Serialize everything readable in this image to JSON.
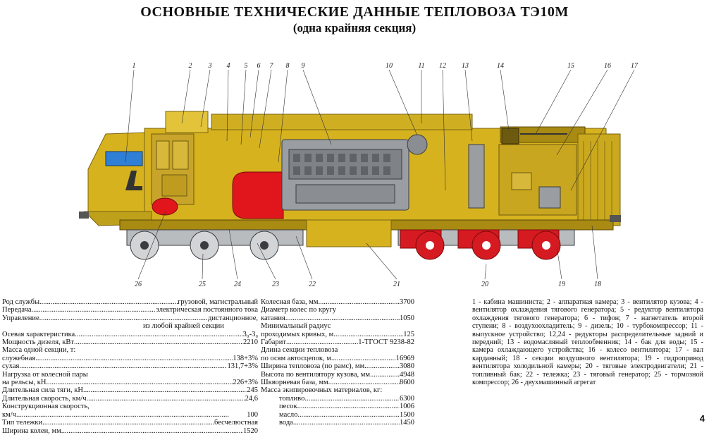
{
  "title": "ОСНОВНЫЕ ТЕХНИЧЕСКИЕ ДАННЫЕ ТЕПЛОВОЗА ТЭ10М",
  "subtitle": "(одна крайняя секция)",
  "callouts": {
    "top": [
      "1",
      "2",
      "3",
      "4",
      "5",
      "6",
      "7",
      "8",
      "9",
      "10",
      "11",
      "12",
      "13",
      "14",
      "15",
      "16",
      "17"
    ],
    "bottom": [
      "26",
      "25",
      "24",
      "23",
      "22",
      "21",
      "20",
      "19",
      "18"
    ]
  },
  "specs_left": [
    {
      "label": "Род службы",
      "value": "грузовой, магистральный"
    },
    {
      "label": "Передача",
      "value": "электрическая постоянного тока"
    },
    {
      "label": "Управление",
      "value": "дистанционное,"
    },
    {
      "text": "из любой крайней секции",
      "indent": true
    },
    {
      "label": "Осевая характеристика",
      "value": "3₀-3₀"
    },
    {
      "label": "Мощность дизеля, кВт",
      "value": "2210"
    },
    {
      "text": "Масса одной секции, т:"
    },
    {
      "label": "служебная",
      "value": "138+3%"
    },
    {
      "label": "сухая",
      "value": "131,7+3%"
    },
    {
      "text": "Нагрузка от колесной пары"
    },
    {
      "label": "на рельсы, кН",
      "value": "226+3%"
    },
    {
      "label": "Длительная сила тяги, кН",
      "value": "245"
    },
    {
      "label": "Длительная скорость, км/ч",
      "value": "24,6"
    },
    {
      "text": "Конструкционная скорость,"
    },
    {
      "label": "км/ч",
      "value": "100"
    },
    {
      "label": "Тип тележки",
      "value": "бесчелюстная"
    },
    {
      "label": "Ширина колеи, мм",
      "value": "1520"
    }
  ],
  "specs_right": [
    {
      "label": "Колесная база, мм",
      "value": "3700"
    },
    {
      "text": "Диаметр колес по кругу"
    },
    {
      "label": "катания",
      "value": "1050"
    },
    {
      "text": "Минимальный радиус"
    },
    {
      "label": "проходимых кривых, м",
      "value": "125"
    },
    {
      "label": "Габарит",
      "value": "1-ТГОСТ 9238-82"
    },
    {
      "text": "Длина секции тепловоза"
    },
    {
      "label": "по осям автосцепок, м",
      "value": "16969"
    },
    {
      "label": "Ширина тепловоза (по рамс), мм",
      "value": "3080"
    },
    {
      "label": "Высота по вентилятору кузова, мм",
      "value": "4948"
    },
    {
      "label": "Шкворневая база, мм",
      "value": "8600"
    },
    {
      "text": "Масса экипировочных материалов, кг:"
    },
    {
      "label": "топливо",
      "value": "6300",
      "indent": true
    },
    {
      "label": "песок",
      "value": "1006",
      "indent": true
    },
    {
      "label": "масло",
      "value": "1500",
      "indent": true
    },
    {
      "label": "вода",
      "value": "1450",
      "indent": true
    }
  ],
  "legend": "1 - кабина машиниста; 2 - аппаратная камера; 3 - вентилятор кузова; 4 - вентилятор охлаждения тягового генератора; 5 - редуктор вентилятора охлаждения тягового генератора; 6 - тифон; 7 - нагнетатель второй ступени; 8 - воздухоохладитель; 9 - дизель; 10 - турбокомпрессор; 11 - выпускное устройство; 12,24 - редукторы распределительные задний и передний; 13 - водомасляный теплообменник; 14 - бак для воды; 15 - камера охлаждающего устройства; 16 - колесо вентилятора; 17 - вал карданный; 18 - секции воздушного вентилятора; 19 - гидропривод вентилятора холодильной камеры; 20 - тяговые электродвигатели; 21 - топливный бак; 22 - тележка; 23 - тяговый генератор; 25 - тормозной компрессор; 26 - двухмашинный агрегат",
  "page_number": "4",
  "colors": {
    "body": "#d6b21f",
    "body_dark": "#a98a12",
    "engine": "#9a9ea3",
    "engine_dark": "#5f6368",
    "generator": "#e0161c",
    "motor": "#d61a22",
    "glass": "#2f7fd6",
    "bogie": "#b9bcbf"
  }
}
